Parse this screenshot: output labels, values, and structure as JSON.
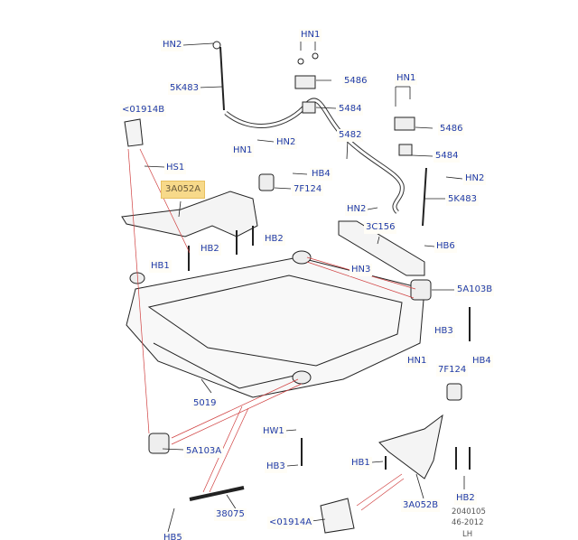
{
  "callouts": [
    {
      "id": "hn2-a",
      "text": "HN2"
    },
    {
      "id": "5k483-a",
      "text": "5K483"
    },
    {
      "id": "01914b",
      "text": "<01914B"
    },
    {
      "id": "hs1",
      "text": "HS1"
    },
    {
      "id": "3a052a",
      "text": "3A052A",
      "highlighted": true
    },
    {
      "id": "hn1-a",
      "text": "HN1"
    },
    {
      "id": "5486-a",
      "text": "5486"
    },
    {
      "id": "5484-a",
      "text": "5484"
    },
    {
      "id": "hn2-b",
      "text": "HN2"
    },
    {
      "id": "5482",
      "text": "5482"
    },
    {
      "id": "hn1-b",
      "text": "HN1"
    },
    {
      "id": "hb4-a",
      "text": "HB4"
    },
    {
      "id": "7f124-a",
      "text": "7F124"
    },
    {
      "id": "hb2-a",
      "text": "HB2"
    },
    {
      "id": "hb2-b",
      "text": "HB2"
    },
    {
      "id": "hb1-a",
      "text": "HB1"
    },
    {
      "id": "hn1-c",
      "text": "HN1"
    },
    {
      "id": "5486-b",
      "text": "5486"
    },
    {
      "id": "5484-b",
      "text": "5484"
    },
    {
      "id": "hn2-c",
      "text": "HN2"
    },
    {
      "id": "5k483-b",
      "text": "5K483"
    },
    {
      "id": "hn2-d",
      "text": "HN2"
    },
    {
      "id": "3c156",
      "text": "3C156"
    },
    {
      "id": "hb6",
      "text": "HB6"
    },
    {
      "id": "hn3",
      "text": "HN3"
    },
    {
      "id": "5a103b",
      "text": "5A103B"
    },
    {
      "id": "hb3-a",
      "text": "HB3"
    },
    {
      "id": "hn1-d",
      "text": "HN1"
    },
    {
      "id": "7f124-b",
      "text": "7F124"
    },
    {
      "id": "hb4-b",
      "text": "HB4"
    },
    {
      "id": "5019",
      "text": "5019"
    },
    {
      "id": "hw1",
      "text": "HW1"
    },
    {
      "id": "5a103a",
      "text": "5A103A"
    },
    {
      "id": "hb3-b",
      "text": "HB3"
    },
    {
      "id": "hb1-b",
      "text": "HB1"
    },
    {
      "id": "hb2-c",
      "text": "HB2"
    },
    {
      "id": "3a052b",
      "text": "3A052B"
    },
    {
      "id": "38075",
      "text": "38075"
    },
    {
      "id": "01914a",
      "text": "<01914A"
    },
    {
      "id": "hb5",
      "text": "HB5"
    }
  ],
  "footer": {
    "line1": "2040105",
    "line2": "46-2012",
    "line3": "LH"
  },
  "colors": {
    "label": "#1f3aa6",
    "highlight": "#f7d98a",
    "guide": "#d04040"
  }
}
